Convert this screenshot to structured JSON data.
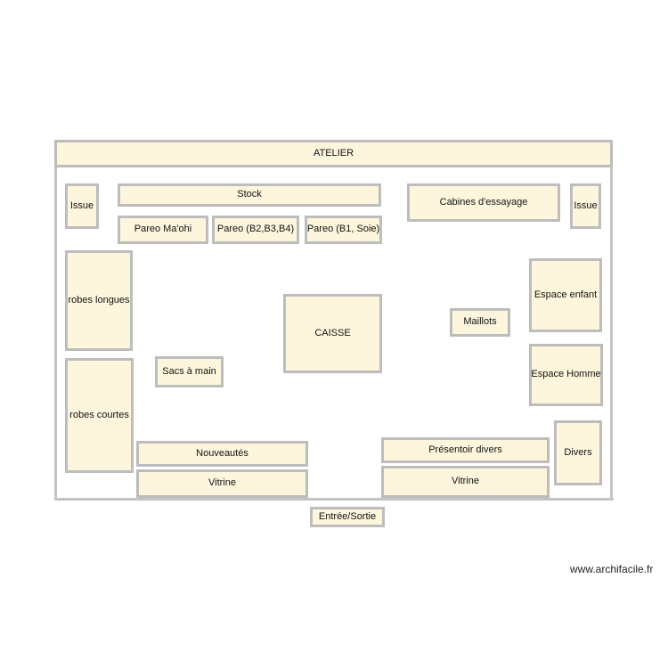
{
  "plan": {
    "spaces": {
      "atelier": "ATELIER",
      "issue_left": "Issue",
      "stock": "Stock",
      "cabines": "Cabines d'essayage",
      "issue_right": "Issue",
      "pareo_mahoi": "Pareo Ma'ohi",
      "pareo_b2": "Pareo (B2,B3,B4)",
      "pareo_b1": "Pareo (B1, Soie)",
      "robes_longues": "robes longues",
      "espace_enfant": "Espace enfant",
      "caisse": "CAISSE",
      "maillots": "Maillots",
      "espace_homme": "Espace Homme",
      "sacs": "Sacs à main",
      "robes_courtes": "robes courtes",
      "divers": "Divers",
      "presentoir": "Présentoir divers",
      "nouveautes": "Nouveautés",
      "vitrine_left": "Vitrine",
      "vitrine_right": "Vitrine",
      "entree": "Entrée/Sortie"
    },
    "colors": {
      "room_fill": "#fdf6dd",
      "room_border": "#bdbdbd",
      "wall": "#c4c4c4"
    }
  },
  "credit": "www.archifacile.fr"
}
